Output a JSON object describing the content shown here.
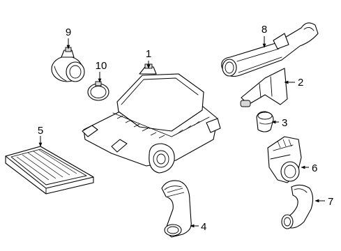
{
  "diagram": {
    "callouts": [
      {
        "id": "p1",
        "label": "1"
      },
      {
        "id": "p2",
        "label": "2"
      },
      {
        "id": "p3",
        "label": "3"
      },
      {
        "id": "p4",
        "label": "4"
      },
      {
        "id": "p5",
        "label": "5"
      },
      {
        "id": "p6",
        "label": "6"
      },
      {
        "id": "p7",
        "label": "7"
      },
      {
        "id": "p8",
        "label": "8"
      },
      {
        "id": "p9",
        "label": "9"
      },
      {
        "id": "p10",
        "label": "10"
      }
    ]
  }
}
